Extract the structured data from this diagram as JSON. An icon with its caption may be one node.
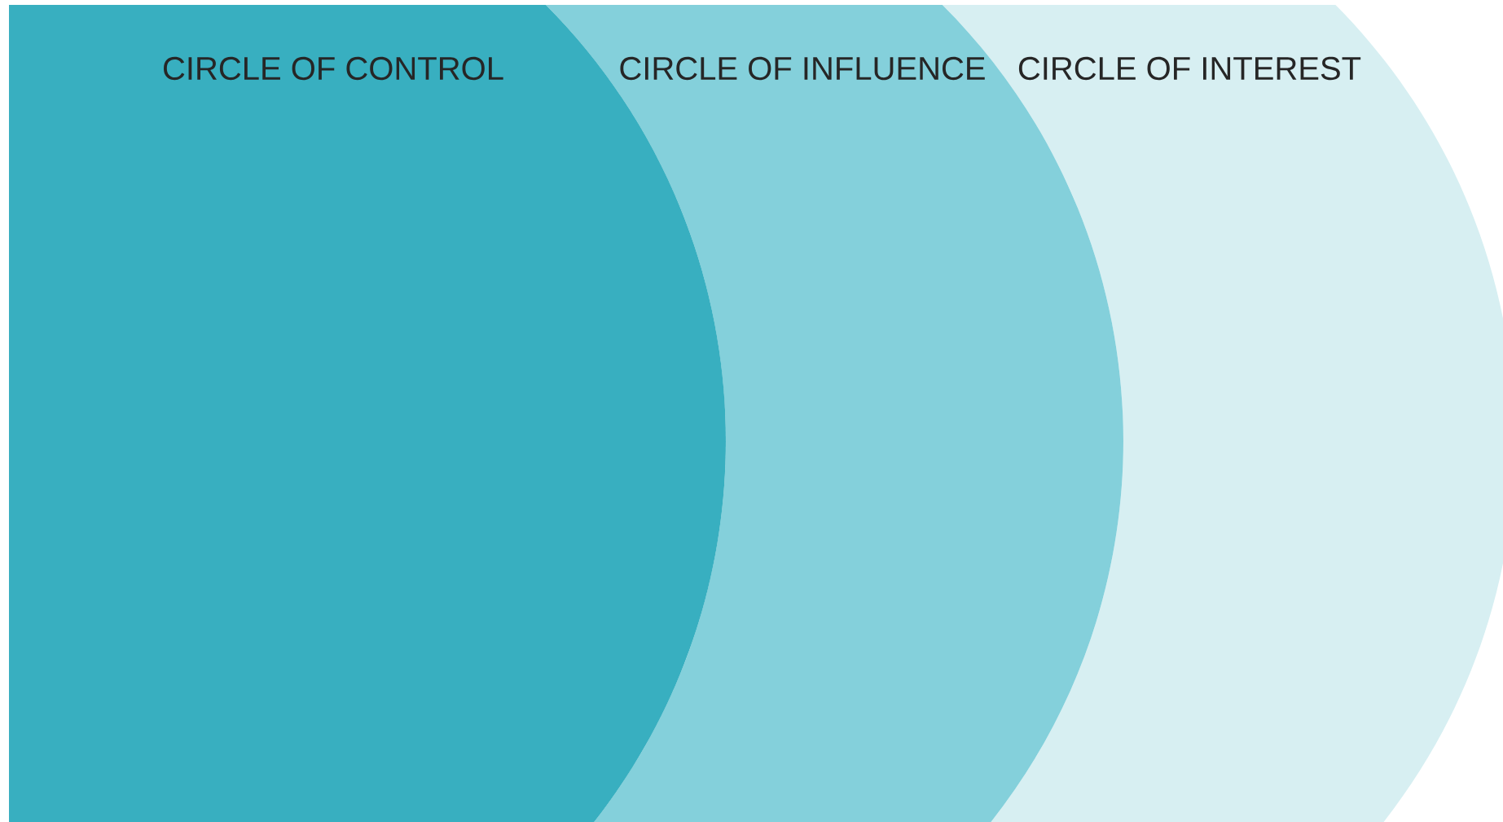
{
  "diagram": {
    "nodes": [
      {
        "text": [
          "CIRCLE OF INTEREST"
        ]
      },
      {
        "text": [
          "CIRCLE OF INFLUENCE"
        ]
      },
      {
        "text": [
          "CIRCLE OF CONTROL"
        ]
      }
    ]
  }
}
